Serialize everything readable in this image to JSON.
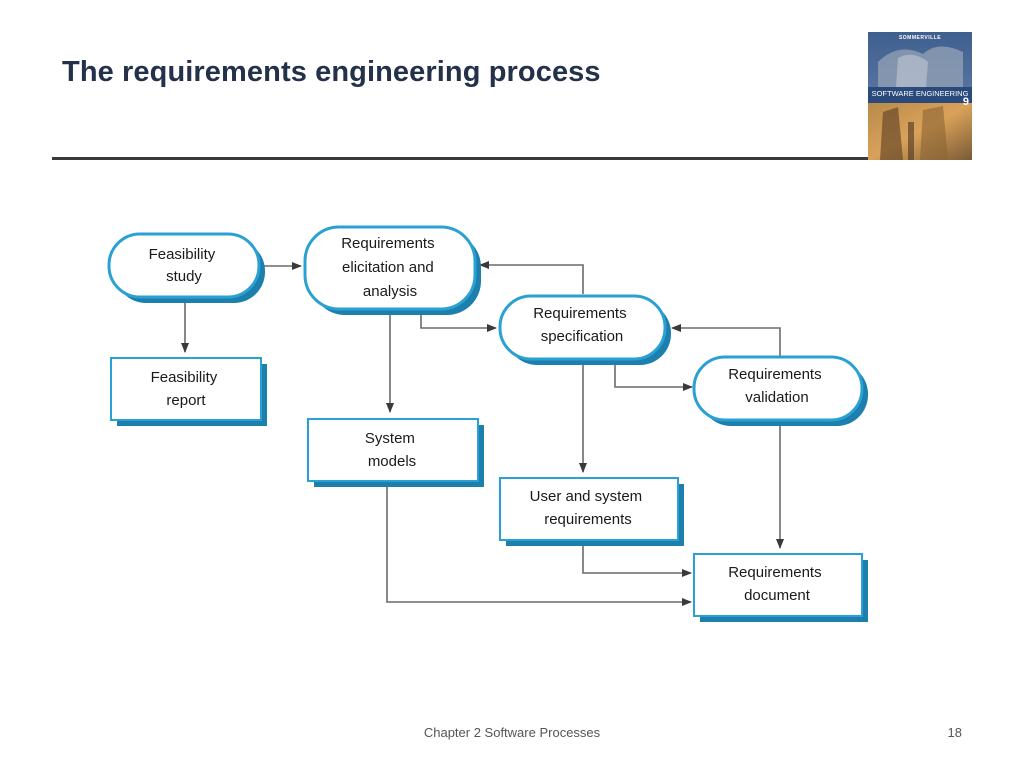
{
  "slide": {
    "title": "The requirements engineering process",
    "footer": "Chapter 2 Software Processes",
    "page_number": "18"
  },
  "cover": {
    "brand": "SOMMERVILLE",
    "title": "SOFTWARE ENGINEERING",
    "edition": "9"
  },
  "colors": {
    "node_border": "#2aa1d3",
    "node_shadow": "#1c7fae",
    "arrow": "#4a4a4a",
    "title": "#23324a"
  },
  "diagram": {
    "activities": {
      "feasibility_study": [
        "Feasibility",
        "study"
      ],
      "elicitation": [
        "Requirements",
        "elicitation and",
        "analysis"
      ],
      "specification": [
        "Requirements",
        "specification"
      ],
      "validation": [
        "Requirements",
        "validation"
      ]
    },
    "documents": {
      "feasibility_report": [
        "Feasibility",
        "report"
      ],
      "system_models": [
        "System",
        "models"
      ],
      "user_system_requirements": [
        "User and system",
        "requirements"
      ],
      "requirements_document": [
        "Requirements",
        "document"
      ]
    }
  }
}
